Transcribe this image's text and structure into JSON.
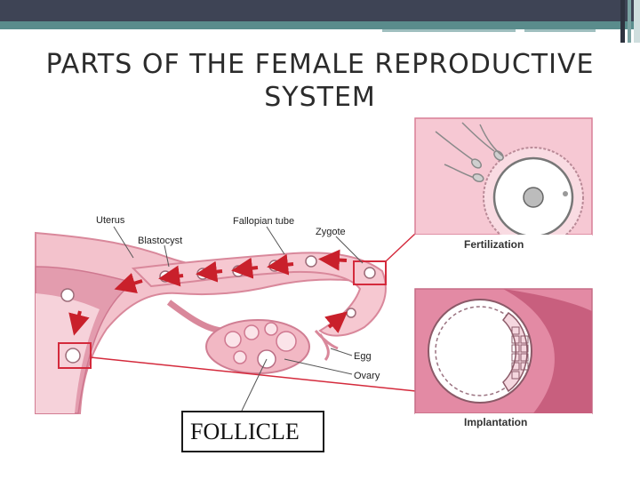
{
  "slide": {
    "title_line1": "PARTS OF THE FEMALE REPRODUCTIVE",
    "title_line2": "SYSTEM",
    "accent_color": "#5a8c8c",
    "bar_color": "#3e4455"
  },
  "diagram": {
    "labels": {
      "uterus": "Uterus",
      "blastocyst": "Blastocyst",
      "fallopian_tube": "Fallopian tube",
      "zygote": "Zygote",
      "egg": "Egg",
      "ovary": "Ovary",
      "fertilization": "Fertilization",
      "implantation": "Implantation"
    },
    "callout": "FOLLICLE",
    "colors": {
      "tissue": "#f1b7c3",
      "tissue_dark": "#e0899c",
      "arrow": "#c9202b",
      "highlight_box": "#d42a3c"
    }
  }
}
